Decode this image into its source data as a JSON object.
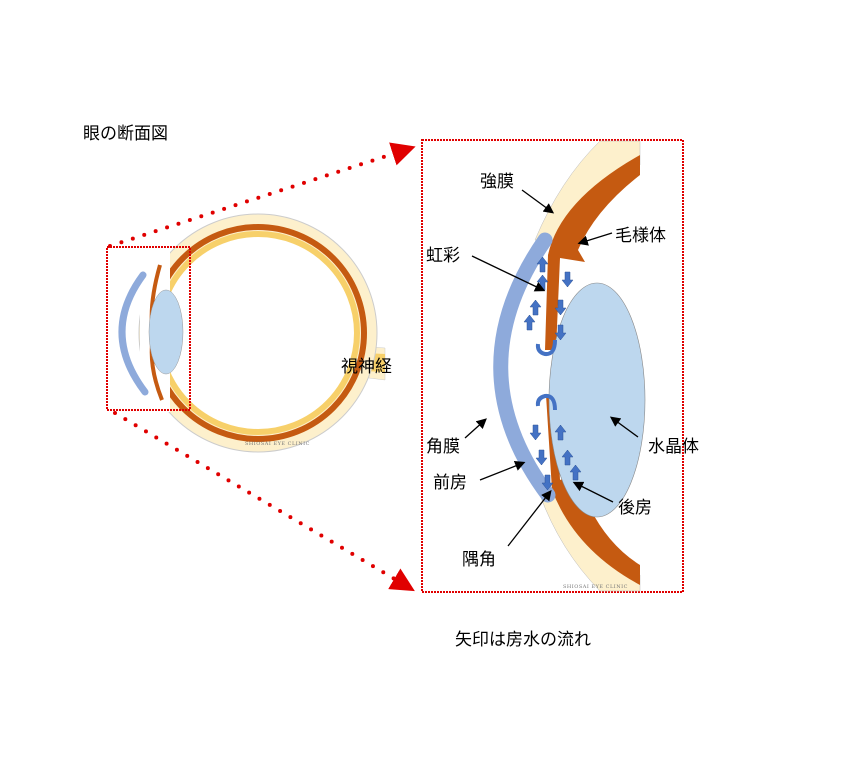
{
  "title": "眼の断面図",
  "caption": "矢印は房水の流れ",
  "watermark": "SHIOSAI EYE CLINIC",
  "labels": {
    "optic_nerve": "視神経",
    "sclera": "強膜",
    "ciliary_body": "毛様体",
    "iris": "虹彩",
    "cornea": "角膜",
    "lens": "水晶体",
    "anterior_chamber": "前房",
    "posterior_chamber": "後房",
    "angle": "隅角"
  },
  "colors": {
    "sclera": "#fdf0cc",
    "choroid": "#c55a11",
    "retina": "#f7d06a",
    "cornea": "#8eaadb",
    "lens": "#bdd7ee",
    "flow": "#4472c4",
    "highlight": "#e00000"
  }
}
